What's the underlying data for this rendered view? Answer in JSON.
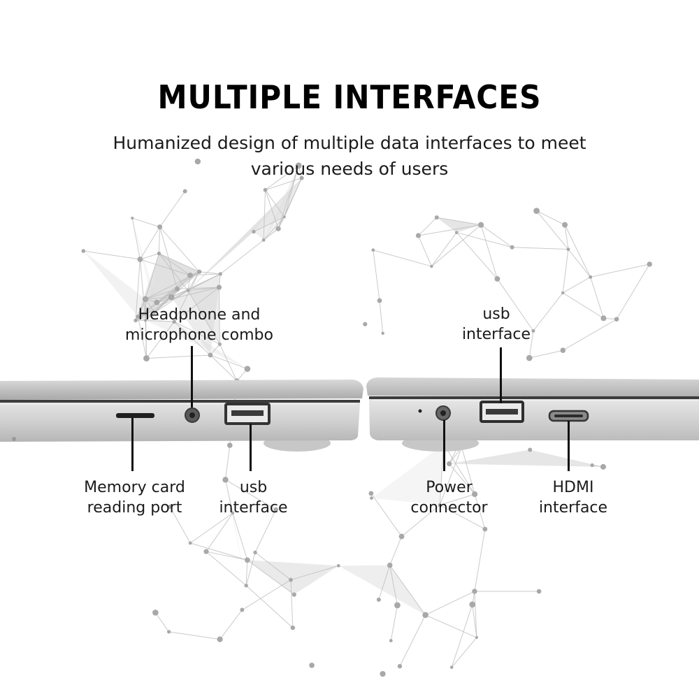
{
  "heading": {
    "title": "MULTIPLE INTERFACES",
    "subtitle": "Humanized design of multiple data interfaces to meet various needs of users"
  },
  "labels": {
    "headphone_line1": "Headphone and",
    "headphone_line2": "microphone combo",
    "usb_top_line1": "usb",
    "usb_top_line2": "interface",
    "memory_line1": "Memory card",
    "memory_line2": "reading port",
    "usb_left_line1": "usb",
    "usb_left_line2": "interface",
    "power_line1": "Power",
    "power_line2": "connector",
    "hdmi_line1": "HDMI",
    "hdmi_line2": "interface"
  },
  "colors": {
    "laptop_body": "#cfcfcf",
    "laptop_dark": "#4a4a4a",
    "network": "#bdbdbd"
  }
}
